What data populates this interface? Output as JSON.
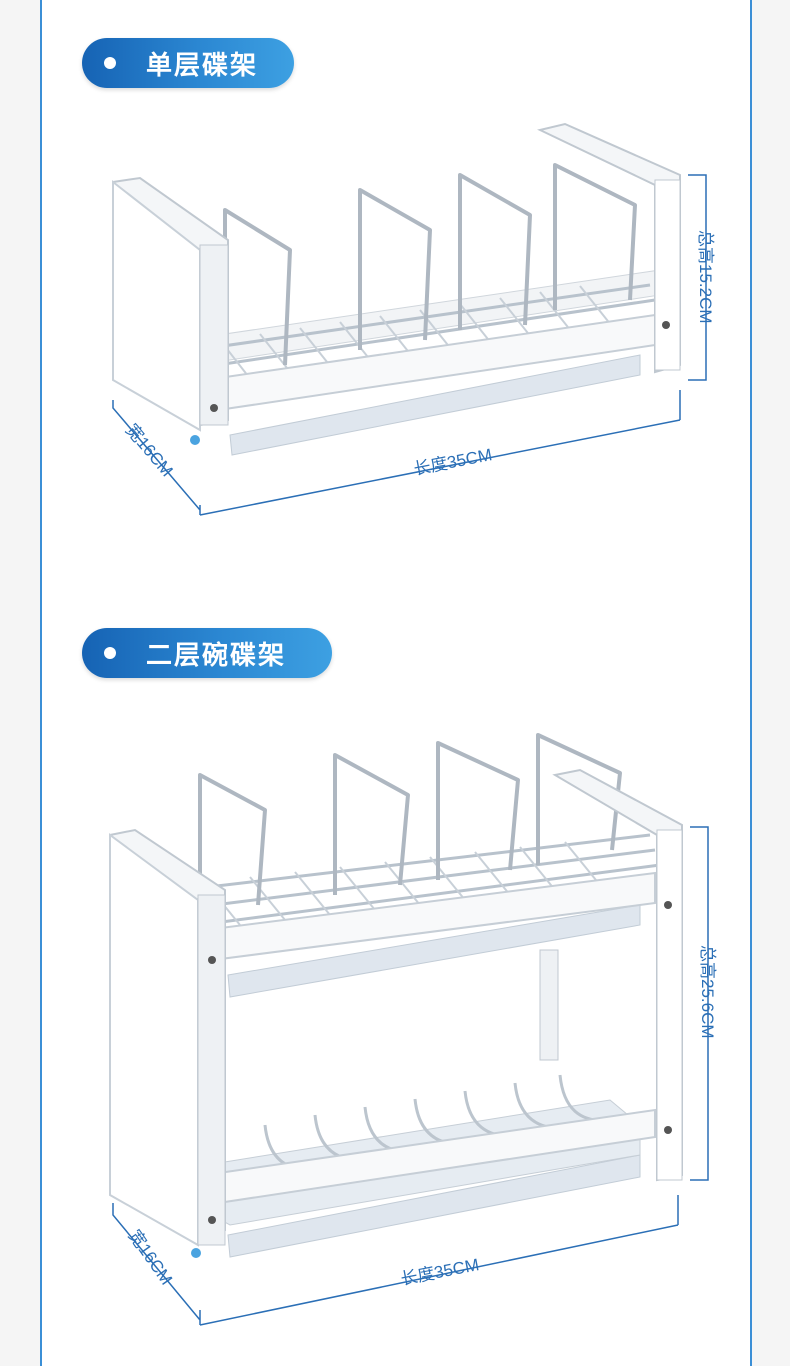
{
  "sections": [
    {
      "title": "单层碟架",
      "height_label": "总高15.2CM",
      "length_label": "长度35CM",
      "width_label": "宽16CM"
    },
    {
      "title": "二层碗碟架",
      "height_label": "总高25.6CM",
      "length_label": "长度35CM",
      "width_label": "宽16CM"
    }
  ],
  "colors": {
    "accent": "#2b87d2",
    "frame_border": "#3b8fd6",
    "dimension_text": "#2b6fb6"
  }
}
